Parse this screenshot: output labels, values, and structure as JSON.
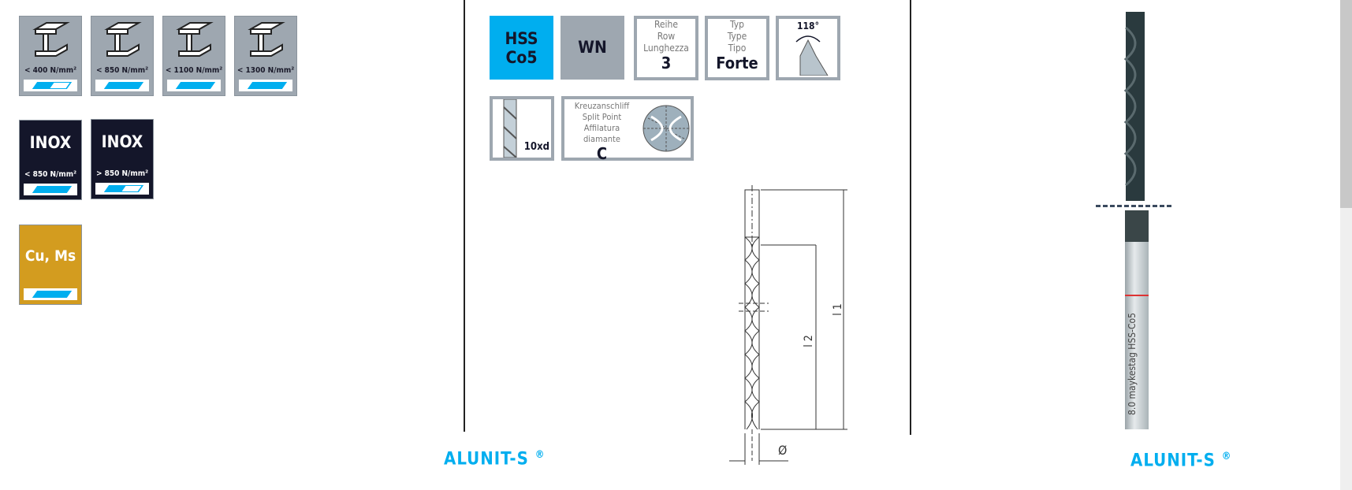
{
  "materials": {
    "steel": [
      {
        "label": "< 400 N/mm²",
        "fill": "half"
      },
      {
        "label": "< 850 N/mm²",
        "fill": "full"
      },
      {
        "label": "< 1100 N/mm²",
        "fill": "full"
      },
      {
        "label": "< 1300 N/mm²",
        "fill": "full"
      }
    ],
    "inox": [
      {
        "title": "INOX",
        "label": "< 850 N/mm²"
      },
      {
        "title": "INOX",
        "label": "> 850 N/mm²"
      }
    ],
    "nonferrous": {
      "title": "Cu, Ms"
    }
  },
  "specs": {
    "material_line1": "HSS",
    "material_line2": "Co5",
    "standard": "WN",
    "row": {
      "l1": "Reihe",
      "l2": "Row",
      "l3": "Lunghezza",
      "value": "3"
    },
    "type": {
      "l1": "Typ",
      "l2": "Type",
      "l3": "Tipo",
      "value": "Forte"
    },
    "angle": "118°",
    "depth": "10xd",
    "point": {
      "l1": "Kreuzanschliff",
      "l2": "Split Point",
      "l3": "Affilatura diamante",
      "value": "C"
    }
  },
  "drawing": {
    "l1": "l 1",
    "l2": "l 2",
    "diameter": "Ø"
  },
  "product_name": "ALUNIT-S",
  "registered": "®",
  "photo_text": "8.0 maykestag HSS-Co5",
  "colors": {
    "accent": "#00aeef",
    "grey": "#9ea7b0",
    "navy": "#14162a",
    "gold": "#d39c1f"
  }
}
